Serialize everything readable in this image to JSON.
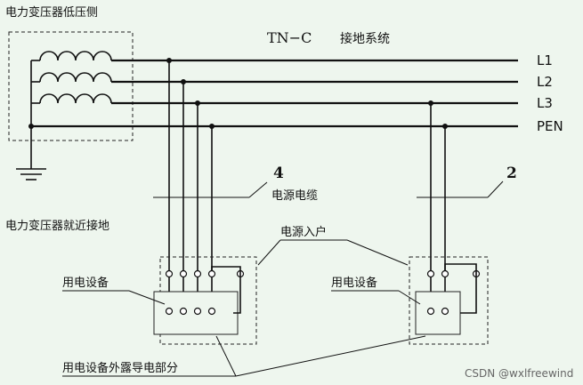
{
  "transformer_low_side": "电力变压器低压侧",
  "system_title": "TN−C",
  "system_subtitle": "接地系统",
  "buses": [
    "L1",
    "L2",
    "L3",
    "PEN"
  ],
  "cable_number": "4",
  "cable_label": "电源电缆",
  "cable2_number": "2",
  "nearby_grounding": "电力变压器就近接地",
  "service_entrance": "电源入户",
  "equipment_left": "用电设备",
  "equipment_right": "用电设备",
  "exposed_conductive": "用电设备外露导电部分",
  "watermark": "CSDN @wxlfreewind"
}
